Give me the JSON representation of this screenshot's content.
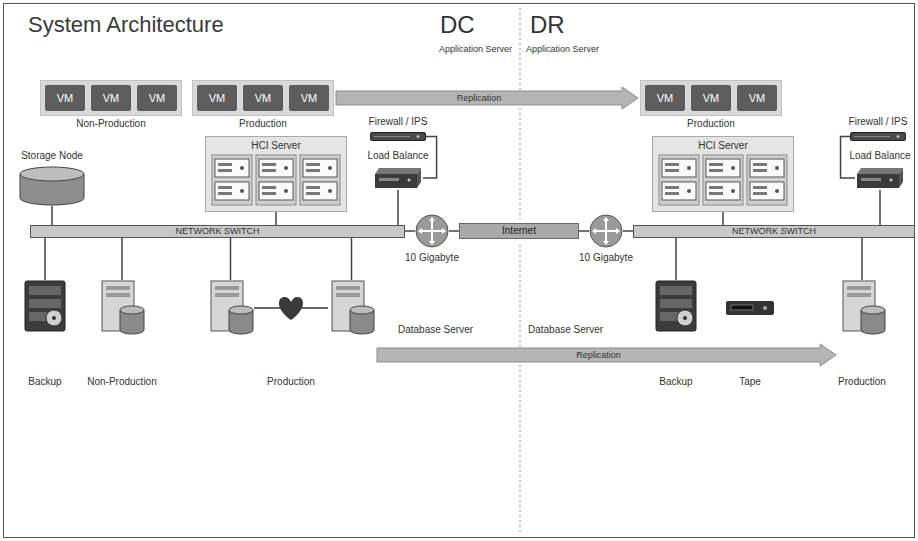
{
  "diagram": {
    "title": "System Architecture",
    "nodes": [
      {
        "text": [
          "Non-Production"
        ]
      },
      {
        "text": [
          "VM"
        ],
        "in": 0
      },
      {
        "text": [
          "VM"
        ],
        "in": 0
      },
      {
        "text": [
          "VM"
        ],
        "in": 0
      },
      {
        "text": [
          "Production"
        ]
      },
      {
        "text": [
          "VM"
        ],
        "in": 4
      },
      {
        "text": [
          "VM"
        ],
        "in": 4
      },
      {
        "text": [
          "VM"
        ],
        "in": 4
      },
      {
        "text": [
          "Production"
        ]
      },
      {
        "text": [
          "VM"
        ],
        "in": 8
      },
      {
        "text": [
          "VM"
        ],
        "in": 8
      },
      {
        "text": [
          "VM"
        ],
        "in": 8
      },
      {
        "text": [
          "Firewall / IPS"
        ]
      },
      {
        "text": [
          "HCI Server"
        ]
      },
      {
        "text": [
          "Load Balance"
        ]
      },
      {
        "text": [
          "Storage Node"
        ]
      },
      {
        "text": [
          "NETWORK SWITCH"
        ]
      },
      {
        "text": [
          "10 Gigabyte"
        ]
      },
      {
        "text": [
          "Internet"
        ]
      },
      {
        "text": [
          "10 Gigabyte"
        ]
      },
      {
        "text": [
          "NETWORK SWITCH"
        ]
      },
      {
        "text": [
          "HCI Server"
        ]
      },
      {
        "text": [
          "Firewall / IPS"
        ]
      },
      {
        "text": [
          "Load Balance"
        ]
      },
      {
        "text": [
          "Backup"
        ]
      },
      {
        "text": [
          "Non-Production"
        ]
      },
      {
        "text": [
          "Production"
        ]
      },
      {
        "text": [
          "Backup"
        ]
      },
      {
        "text": [
          "Tape"
        ]
      },
      {
        "text": [
          "Production"
        ]
      }
    ],
    "edges": [
      {
        "from": 4,
        "to": 8,
        "arrow": "to",
        "label": "Replication"
      },
      {
        "from": 12,
        "to": 14,
        "arrow": "none"
      },
      {
        "from": 15,
        "to": 16,
        "arrow": "none"
      },
      {
        "from": 13,
        "to": 16,
        "arrow": "none"
      },
      {
        "from": 14,
        "to": 16,
        "arrow": "none"
      },
      {
        "from": 16,
        "to": 17,
        "arrow": "none"
      },
      {
        "from": 17,
        "to": 18,
        "arrow": "none"
      },
      {
        "from": 18,
        "to": 19,
        "arrow": "none"
      },
      {
        "from": 19,
        "to": 20,
        "arrow": "none"
      },
      {
        "from": 21,
        "to": 20,
        "arrow": "none"
      },
      {
        "from": 22,
        "to": 23,
        "arrow": "none"
      },
      {
        "from": 23,
        "to": 20,
        "arrow": "none"
      },
      {
        "from": 24,
        "to": 16,
        "arrow": "none"
      },
      {
        "from": 25,
        "to": 16,
        "arrow": "none"
      },
      {
        "from": 26,
        "to": 16,
        "arrow": "none"
      },
      {
        "from": 27,
        "to": 20,
        "arrow": "none"
      },
      {
        "from": 29,
        "to": 20,
        "arrow": "none"
      },
      {
        "from": 26,
        "to": 29,
        "arrow": "to",
        "label": "Replication"
      }
    ],
    "labels": [
      "DC",
      "DR",
      "Application Server",
      "Application Server",
      "Database Server",
      "Database Server"
    ]
  }
}
